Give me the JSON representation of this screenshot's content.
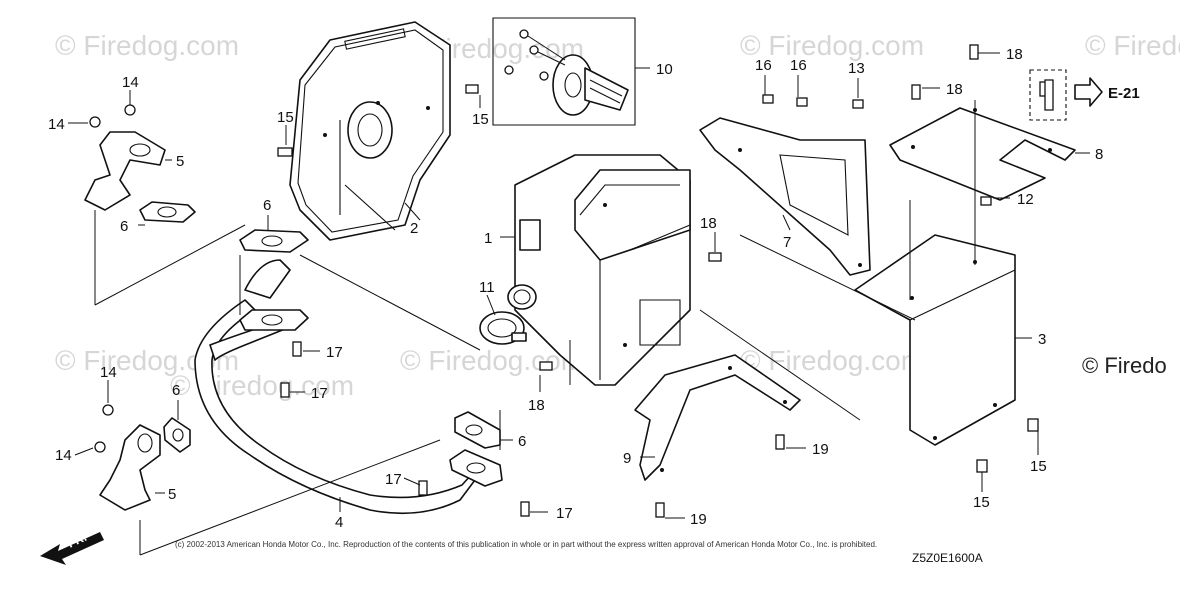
{
  "watermarks": [
    "© Firedog.com",
    "© Firedog.com",
    "© Firedog.com",
    "© Firedog.com",
    "© Firedog.com",
    "© Firedog.com",
    "© Firedog.com",
    "© Firedog.com"
  ],
  "watermark_dark": "© Firedo",
  "callouts": [
    "1",
    "2",
    "3",
    "4",
    "5",
    "5",
    "6",
    "6",
    "6",
    "6",
    "7",
    "8",
    "9",
    "10",
    "11",
    "12",
    "13",
    "14",
    "14",
    "14",
    "14",
    "15",
    "15",
    "15",
    "15",
    "16",
    "16",
    "17",
    "17",
    "17",
    "17",
    "18",
    "18",
    "18",
    "18",
    "19",
    "19"
  ],
  "reference": "E-21",
  "front_label": "FR.",
  "copyright": "(c) 2002-2013 American Honda Motor Co., Inc. Reproduction of the contents of this publication in whole or in part without the express written approval of American Honda Motor Co., Inc. is prohibited.",
  "diagram_code": "Z5Z0E1600A"
}
